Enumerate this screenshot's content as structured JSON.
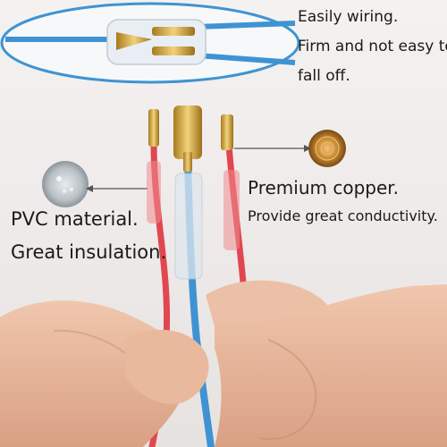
{
  "captions": {
    "wiring_line1": "Easily wiring.",
    "wiring_line2": "Firm and not easy to",
    "wiring_line3": "fall off.",
    "copper_title": "Premium copper.",
    "copper_detail": "Provide great conductivity.",
    "pvc_title": "PVC material.",
    "pvc_detail": "Great insulation."
  },
  "colors": {
    "wire_blue": "#3f93d2",
    "wire_red": "#e0474f",
    "copper": "#c98a2e",
    "skin": "#e7b79c",
    "text": "#1a1a1a"
  }
}
